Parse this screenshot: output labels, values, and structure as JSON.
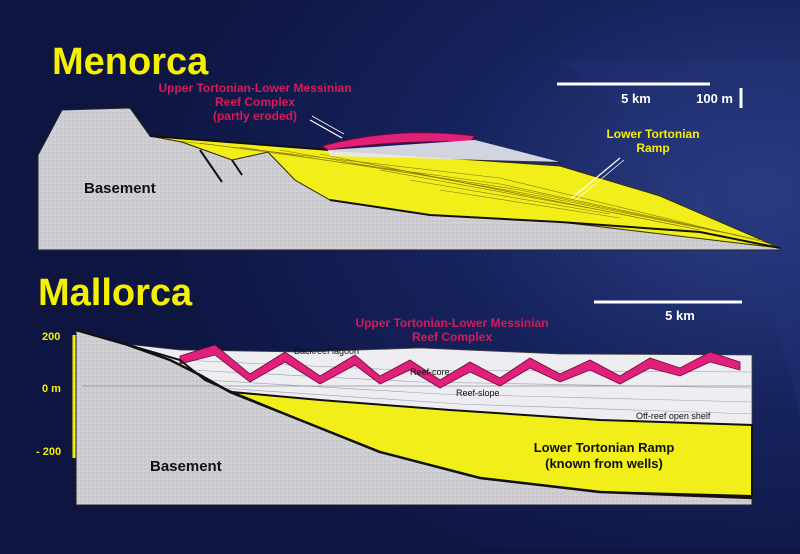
{
  "colors": {
    "background": "#0d1540",
    "title": "#f5f000",
    "label_red": "#d8195a",
    "label_yellow": "#f5f000",
    "sediment_yellow": "#f2ee1a",
    "reef_magenta": "#e0207a",
    "basement_gray": "#cfcfd4",
    "white": "#ffffff"
  },
  "menorca": {
    "title": "Menorca",
    "reef_label_line1": "Upper Tortonian-Lower Messinian",
    "reef_label_line2": "Reef Complex",
    "reef_label_line3": "(partly eroded)",
    "ramp_label_line1": "Lower Tortonian",
    "ramp_label_line2": "Ramp",
    "basement_label": "Basement",
    "scale_horizontal": "5 km",
    "scale_vertical": "100 m"
  },
  "mallorca": {
    "title": "Mallorca",
    "reef_label_line1": "Upper Tortonian-Lower Messinian",
    "reef_label_line2": "Reef Complex",
    "backreef_label": "Backreef lagoon",
    "reefcore_label": "Reef-core",
    "reefslope_label": "Reef-slope",
    "offreef_label": "Off-reef open shelf",
    "ramp_label_line1": "Lower Tortonian Ramp",
    "ramp_label_line2": "(known from wells)",
    "basement_label": "Basement",
    "scale_horizontal": "5 km",
    "axis_ticks": [
      "200",
      "0 m",
      "- 200"
    ]
  }
}
